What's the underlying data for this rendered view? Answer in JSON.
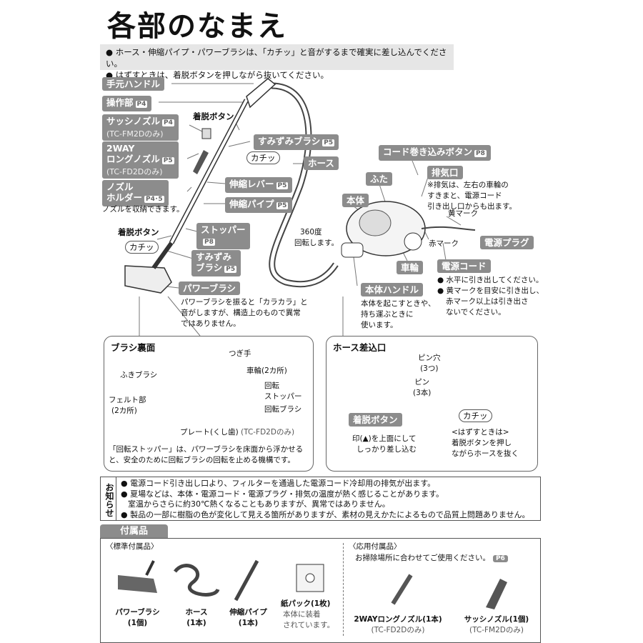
{
  "title": "各部のなまえ",
  "top_notes": [
    "● ホース・伸縮パイプ・パワーブラシは、「カチッ」と音がするまで確実に差し込んでください。",
    "● はずすときは、着脱ボタンを押しながら抜いてください。"
  ],
  "labels": {
    "hand_handle": "手元ハンドル",
    "control": "操作部",
    "control_ref": "P4",
    "sash_nozzle": "サッシノズル",
    "sash_nozzle_ref": "P4",
    "sash_nozzle_model": "(TC-FM2Dのみ)",
    "two_way_line1": "2WAY",
    "two_way_line2": "ロングノズル",
    "two_way_ref": "P5",
    "two_way_model": "(TC-FD2Dのみ)",
    "nozzle_holder_line1": "ノズル",
    "nozzle_holder_line2": "ホルダー",
    "nozzle_holder_ref": "P4･5",
    "nozzle_holder_note": "ノズルを収納できます。",
    "release_button_top": "着脱ボタン",
    "corner_brush": "すみずみブラシ",
    "corner_brush_ref": "P5",
    "click": "カチッ",
    "hose": "ホース",
    "telescopic_lever": "伸縮レバー",
    "telescopic_lever_ref": "P5",
    "telescopic_pipe": "伸縮パイプ",
    "telescopic_pipe_ref": "P5",
    "release_button_left": "着脱ボタン",
    "stopper": "ストッパー",
    "stopper_ref": "P8",
    "corner_brush2_line1": "すみずみ",
    "corner_brush2_line2": "ブラシ",
    "corner_brush2_ref": "P5",
    "power_brush": "パワーブラシ",
    "power_brush_note1": "パワーブラシを振ると「カラカラ」と",
    "power_brush_note2": "音がしますが、構造上のもので異常",
    "power_brush_note3": "ではありません。",
    "cord_button": "コード巻き込みボタン",
    "cord_button_ref": "P8",
    "lid": "ふた",
    "exhaust": "排気口",
    "exhaust_note1": "※排気は、左右の車輪の",
    "exhaust_note2": "すきまと、電源コード",
    "exhaust_note3": "引き出し口からも出ます。",
    "body": "本体",
    "yellow_mark": "黄マーク",
    "rotate1": "360度",
    "rotate2": "回転します。",
    "plug": "電源プラグ",
    "red_mark": "赤マーク",
    "wheel": "車輪",
    "power_cord": "電源コード",
    "cord_note1": "● 水平に引き出してください。",
    "cord_note2": "● 黄マークを目安に引き出し、",
    "cord_note3": "赤マーク以上は引き出さ",
    "cord_note4": "ないでください。",
    "body_handle": "本体ハンドル",
    "body_handle_note1": "本体を起こすときや、",
    "body_handle_note2": "持ち運ぶときに",
    "body_handle_note3": "使います。"
  },
  "brush_box": {
    "title": "ブラシ裏面",
    "joint": "つぎ手",
    "wheels": "車輪(2カ所)",
    "wipe_brush": "ふきブラシ",
    "rotation_stopper1": "回転",
    "rotation_stopper2": "ストッパー",
    "felt1": "フェルト部",
    "felt2": "(2カ所)",
    "rotary_brush": "回転ブラシ",
    "plate": "プレート(くし歯)",
    "plate_model": "(TC-FD2Dのみ)",
    "note1": "「回転ストッパー」は、パワーブラシを床面から浮かせる",
    "note2": "と、安全のために回転ブラシの回転を止める機構です。"
  },
  "hose_box": {
    "title": "ホース差込口",
    "pin_hole1": "ピン穴",
    "pin_hole2": "(3つ)",
    "pin1": "ピン",
    "pin2": "(3本)",
    "release_button": "着脱ボタン",
    "click": "カチッ",
    "insert1": "印(▲)を上面にして",
    "insert2": "しっかり差し込む",
    "remove1": "<はずすときは>",
    "remove2": "着脱ボタンを押し",
    "remove3": "ながらホースを抜く"
  },
  "notice": {
    "tag": "お知らせ",
    "items": [
      "● 電源コード引き出し口より、フィルターを通過した電源コード冷却用の排気が出ます。",
      "● 夏場などは、本体・電源コード・電源プラグ・排気の温度が熱く感じることがあります。",
      "室温からさらに約30℃熱くなることもありますが、異常ではありません。",
      "● 製品の一部に樹脂の色が変化して見える箇所がありますが、素材の見えかたによるもので品質上問題ありません。"
    ]
  },
  "accessories": {
    "title": "付属品",
    "standard_title": "〈標準付属品〉",
    "optional_title": "〈応用付属品〉",
    "optional_note": "お掃除場所に合わせてご使用ください。",
    "optional_ref": "P6",
    "standard_items": [
      {
        "name": "パワーブラシ",
        "qty": "(1個)"
      },
      {
        "name": "ホース",
        "qty": "(1本)"
      },
      {
        "name": "伸縮パイプ",
        "qty": "(1本)"
      },
      {
        "name": "紙パック(1枚)",
        "qty": "本体に装着",
        "extra": "されています。"
      }
    ],
    "optional_items": [
      {
        "name": "2WAYロングノズル(1本)",
        "model": "(TC-FD2Dのみ)"
      },
      {
        "name": "サッシノズル(1個)",
        "model": "(TC-FM2Dのみ)"
      }
    ]
  }
}
